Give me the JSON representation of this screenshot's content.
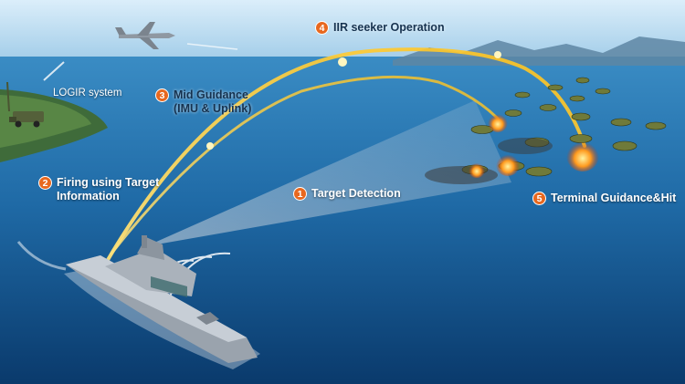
{
  "labels": {
    "logir": "LOGIR system",
    "steps": [
      {
        "num": "1",
        "text": "Target Detection"
      },
      {
        "num": "2",
        "line1": "Firing using Target",
        "line2": "Information"
      },
      {
        "num": "3",
        "line1": "Mid Guidance",
        "line2": "(IMU & Uplink)"
      },
      {
        "num": "4",
        "text": "IIR seeker Operation"
      },
      {
        "num": "5",
        "text": "Terminal Guidance&Hit"
      }
    ]
  },
  "colors": {
    "sky_top": "#cfe6f5",
    "sea_far": "#2f7fb8",
    "sea_near": "#0c4276",
    "trail": "#ffd23a",
    "badge": "#e8681f",
    "ship_hull": "#9aa3ad",
    "target_boat": "#6f7a3a",
    "explosion": "#ff7a1a"
  }
}
